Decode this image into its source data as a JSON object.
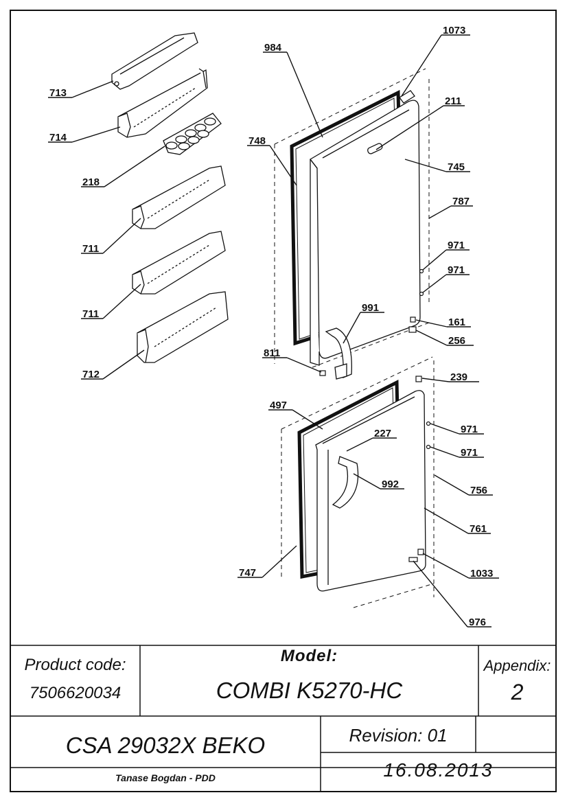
{
  "callouts": [
    "713",
    "714",
    "218",
    "711",
    "711",
    "712",
    "984",
    "1073",
    "211",
    "748",
    "745",
    "787",
    "971",
    "971",
    "991",
    "161",
    "256",
    "811",
    "239",
    "497",
    "227",
    "971",
    "971",
    "992",
    "756",
    "761",
    "747",
    "1033",
    "976"
  ],
  "title_block": {
    "product_code_label": "Product code:",
    "product_code": "7506620034",
    "model_label": "Model:",
    "model": "COMBI K5270-HC",
    "appendix_label": "Appendix:",
    "appendix": "2",
    "customer": "CSA 29032X BEKO",
    "revision": "Revision: 01",
    "author": "Tanase Bogdan - PDD",
    "date": "16.08.2013"
  }
}
